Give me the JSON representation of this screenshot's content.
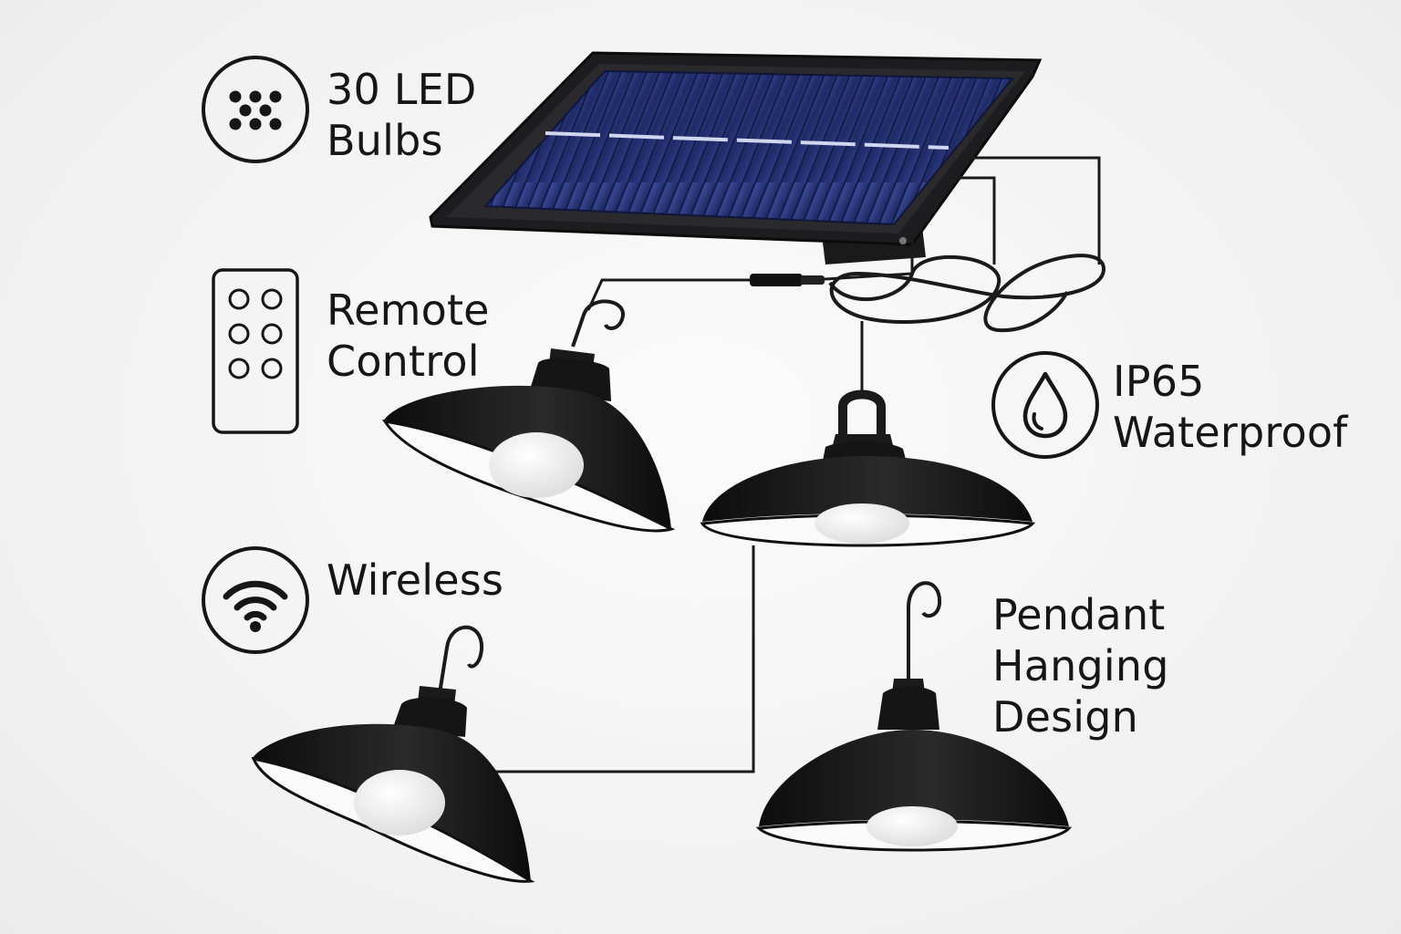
{
  "features": [
    {
      "id": "leds",
      "line1": "30 LED",
      "line2": "Bulbs",
      "icon": "led-grid-icon"
    },
    {
      "id": "remote",
      "line1": "Remote",
      "line2": "Control",
      "icon": "remote-control-icon"
    },
    {
      "id": "wireless",
      "line1": "Wireless",
      "icon": "wireless-icon"
    },
    {
      "id": "ip65",
      "line1": "IP65",
      "line2": "Waterproof",
      "icon": "water-drop-icon"
    },
    {
      "id": "pendant",
      "line1": "Pendant",
      "line2": "Hanging",
      "line3": "Design"
    }
  ],
  "colors": {
    "background": "#f2f2f2",
    "text": "#161616",
    "lamp_shade": "#151515",
    "lamp_inner": "#ffffff",
    "panel_frame": "#1d1d1f",
    "panel_cell": "#25306b",
    "cable": "#1a1a1a"
  }
}
